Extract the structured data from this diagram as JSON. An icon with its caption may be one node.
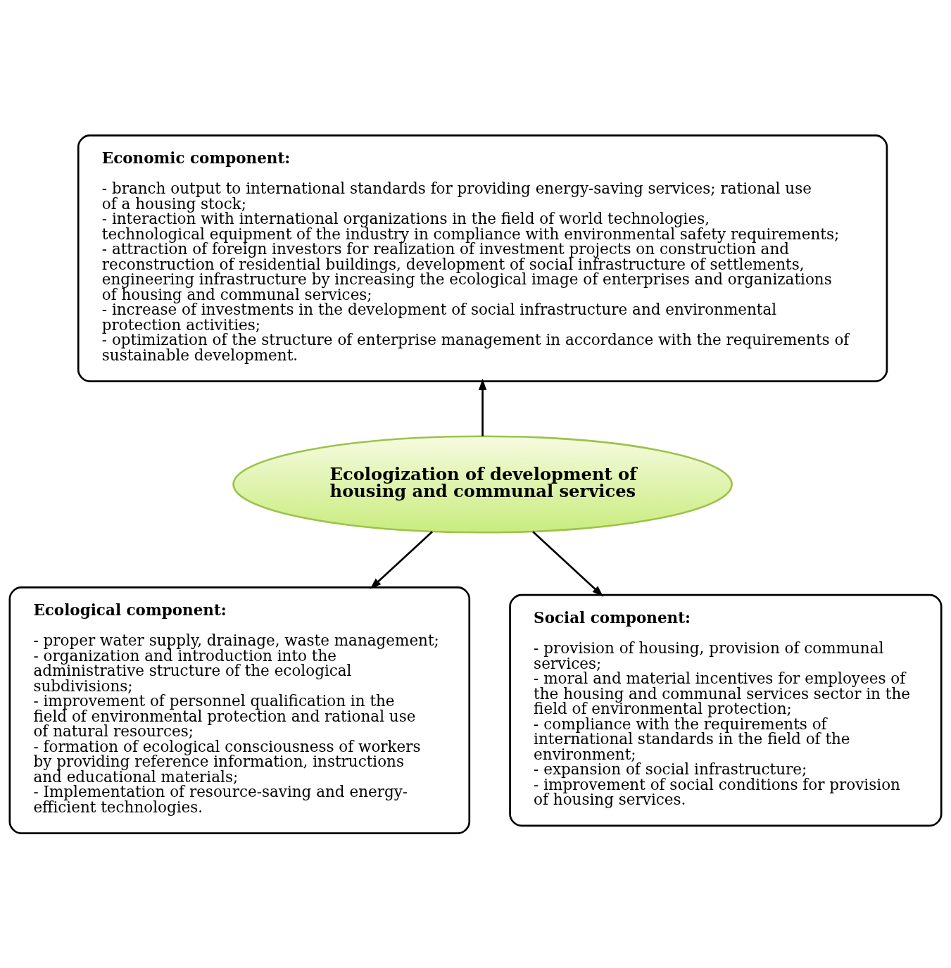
{
  "diagram": {
    "nodes": [
      {
        "text": [
          "Economic component:",
          "- branch output to international standards for providing energy-saving services; rational use of a housing stock;",
          "- interaction with international organizations in the field of world technologies, technological equipment of the industry in compliance with environmental safety requirements;",
          "- attraction of foreign investors for realization of investment projects on construction and reconstruction of residential buildings, development of social infrastructure of settlements, engineering infrastructure by increasing the ecological image of enterprises and organizations of housing and communal services;",
          "- increase of investments in the development of social infrastructure and environmental protection activities;",
          "- optimization of the structure of enterprise management in accordance with the requirements of sustainable development."
        ]
      },
      {
        "text": [
          "Ecologization of development of housing and communal services"
        ]
      },
      {
        "text": [
          "Ecological component:",
          "- proper water supply, drainage, waste management;",
          "- organization and introduction into the administrative structure of the ecological subdivisions;",
          "- improvement of personnel qualification in the field of environmental protection and rational use of natural resources;",
          "- formation of ecological consciousness of workers by providing reference information, instructions and educational materials;",
          "- Implementation of resource-saving and energy-efficient technologies."
        ]
      },
      {
        "text": [
          "Social component:",
          "- provision of housing, provision of communal services;",
          "- moral and material incentives for employees of the housing and communal services sector in the field of environmental protection;",
          "- compliance with the requirements of international standards in the field of the environment;",
          "- expansion of social infrastructure;",
          "- improvement of social conditions for provision of housing services."
        ]
      }
    ],
    "edges": [
      {
        "from": 1,
        "to": 0,
        "arrow": "to"
      },
      {
        "from": 1,
        "to": 2,
        "arrow": "to"
      },
      {
        "from": 1,
        "to": 3,
        "arrow": "to"
      }
    ]
  }
}
